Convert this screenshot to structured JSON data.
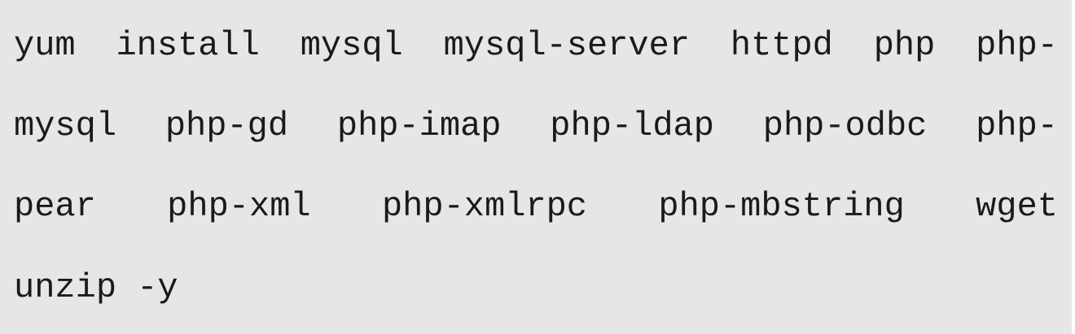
{
  "code": {
    "lines": [
      "yum install mysql mysql-server httpd php php-",
      "mysql php-gd php-imap php-ldap php-odbc php-",
      "pear php-xml php-xmlrpc php-mbstring wget",
      "unzip -y"
    ]
  },
  "colors": {
    "background": "#e6e6e6",
    "text": "#1a1a1a"
  }
}
